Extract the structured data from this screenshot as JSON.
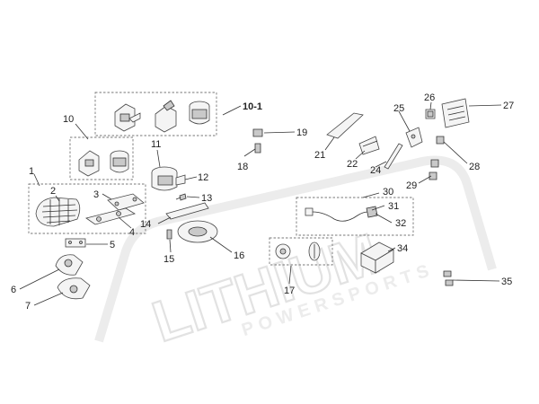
{
  "watermark": {
    "brand": "LITHIUM",
    "tagline": "POWERSPORTS"
  },
  "callouts": {
    "c10_1": "10-1",
    "c10": "10",
    "c1": "1",
    "c2": "2",
    "c3": "3",
    "c4": "4",
    "c5": "5",
    "c6": "6",
    "c7": "7",
    "c11": "11",
    "c12": "12",
    "c13": "13",
    "c14": "14",
    "c15": "15",
    "c16": "16",
    "c17": "17",
    "c18": "18",
    "c19": "19",
    "c21": "21",
    "c22": "22",
    "c24": "24",
    "c25": "25",
    "c26": "26",
    "c27": "27",
    "c28": "28",
    "c29": "29",
    "c30": "30",
    "c31": "31",
    "c32": "32",
    "c34": "34",
    "c35": "35"
  }
}
